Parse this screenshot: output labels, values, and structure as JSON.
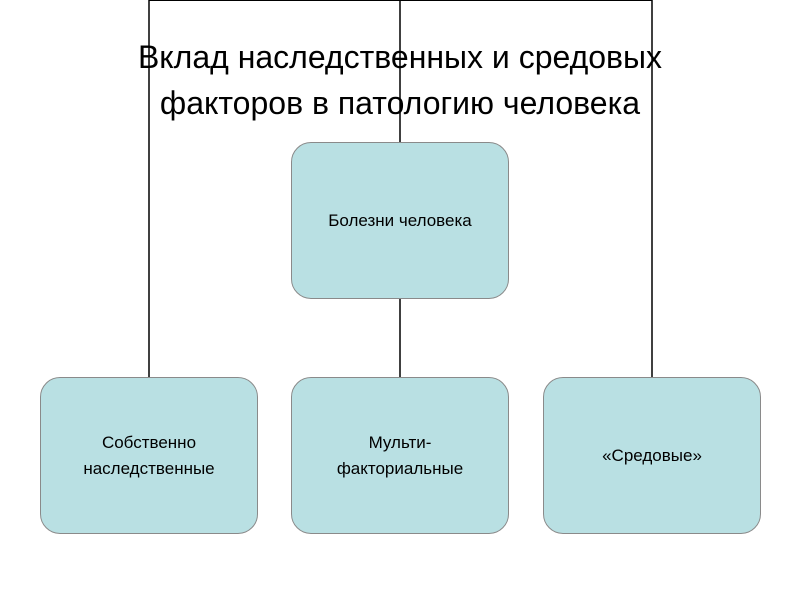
{
  "title": {
    "line1": "Вклад наследственных и средовых",
    "line2": "факторов в патологию человека"
  },
  "nodes": {
    "root": {
      "label": "Болезни человека"
    },
    "left": {
      "line1": "Собственно",
      "line2": "наследственные"
    },
    "middle": {
      "line1": "Мульти-",
      "line2": "факториальные"
    },
    "right": {
      "label": "«Средовые»"
    }
  },
  "colors": {
    "node_fill": "#b9e0e3",
    "node_border": "#8a8a8a",
    "connector": "#000000"
  }
}
